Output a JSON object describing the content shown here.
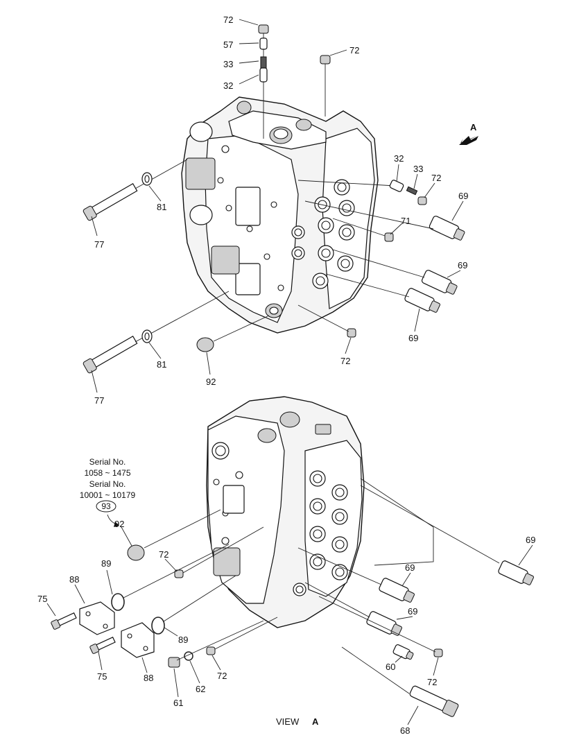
{
  "view_label": {
    "text": "VIEW",
    "letter": "A"
  },
  "direction_arrow": {
    "letter": "A",
    "icon": "direction-arrow-icon"
  },
  "serial_note": {
    "line1": "Serial No.",
    "line2": "1058 ~ 1475",
    "line3": "Serial No.",
    "line4": "10001 ~ 10179",
    "part": "93"
  },
  "callouts": [
    {
      "id": "c1",
      "text": "72"
    },
    {
      "id": "c2",
      "text": "57"
    },
    {
      "id": "c3",
      "text": "33"
    },
    {
      "id": "c4",
      "text": "32"
    },
    {
      "id": "c5",
      "text": "72"
    },
    {
      "id": "c6",
      "text": "32"
    },
    {
      "id": "c7",
      "text": "33"
    },
    {
      "id": "c8",
      "text": "72"
    },
    {
      "id": "c9",
      "text": "69"
    },
    {
      "id": "c10",
      "text": "81"
    },
    {
      "id": "c11",
      "text": "77"
    },
    {
      "id": "c12",
      "text": "71"
    },
    {
      "id": "c13",
      "text": "69"
    },
    {
      "id": "c14",
      "text": "69"
    },
    {
      "id": "c15",
      "text": "72"
    },
    {
      "id": "c16",
      "text": "81"
    },
    {
      "id": "c17",
      "text": "92"
    },
    {
      "id": "c18",
      "text": "77"
    },
    {
      "id": "c19",
      "text": "92"
    },
    {
      "id": "c20",
      "text": "72"
    },
    {
      "id": "c21",
      "text": "89"
    },
    {
      "id": "c22",
      "text": "88"
    },
    {
      "id": "c23",
      "text": "75"
    },
    {
      "id": "c24",
      "text": "89"
    },
    {
      "id": "c25",
      "text": "75"
    },
    {
      "id": "c26",
      "text": "88"
    },
    {
      "id": "c27",
      "text": "61"
    },
    {
      "id": "c28",
      "text": "62"
    },
    {
      "id": "c29",
      "text": "72"
    },
    {
      "id": "c30",
      "text": "69"
    },
    {
      "id": "c31",
      "text": "69"
    },
    {
      "id": "c32",
      "text": "69"
    },
    {
      "id": "c33",
      "text": "60"
    },
    {
      "id": "c34",
      "text": "72"
    },
    {
      "id": "c35",
      "text": "68"
    }
  ]
}
